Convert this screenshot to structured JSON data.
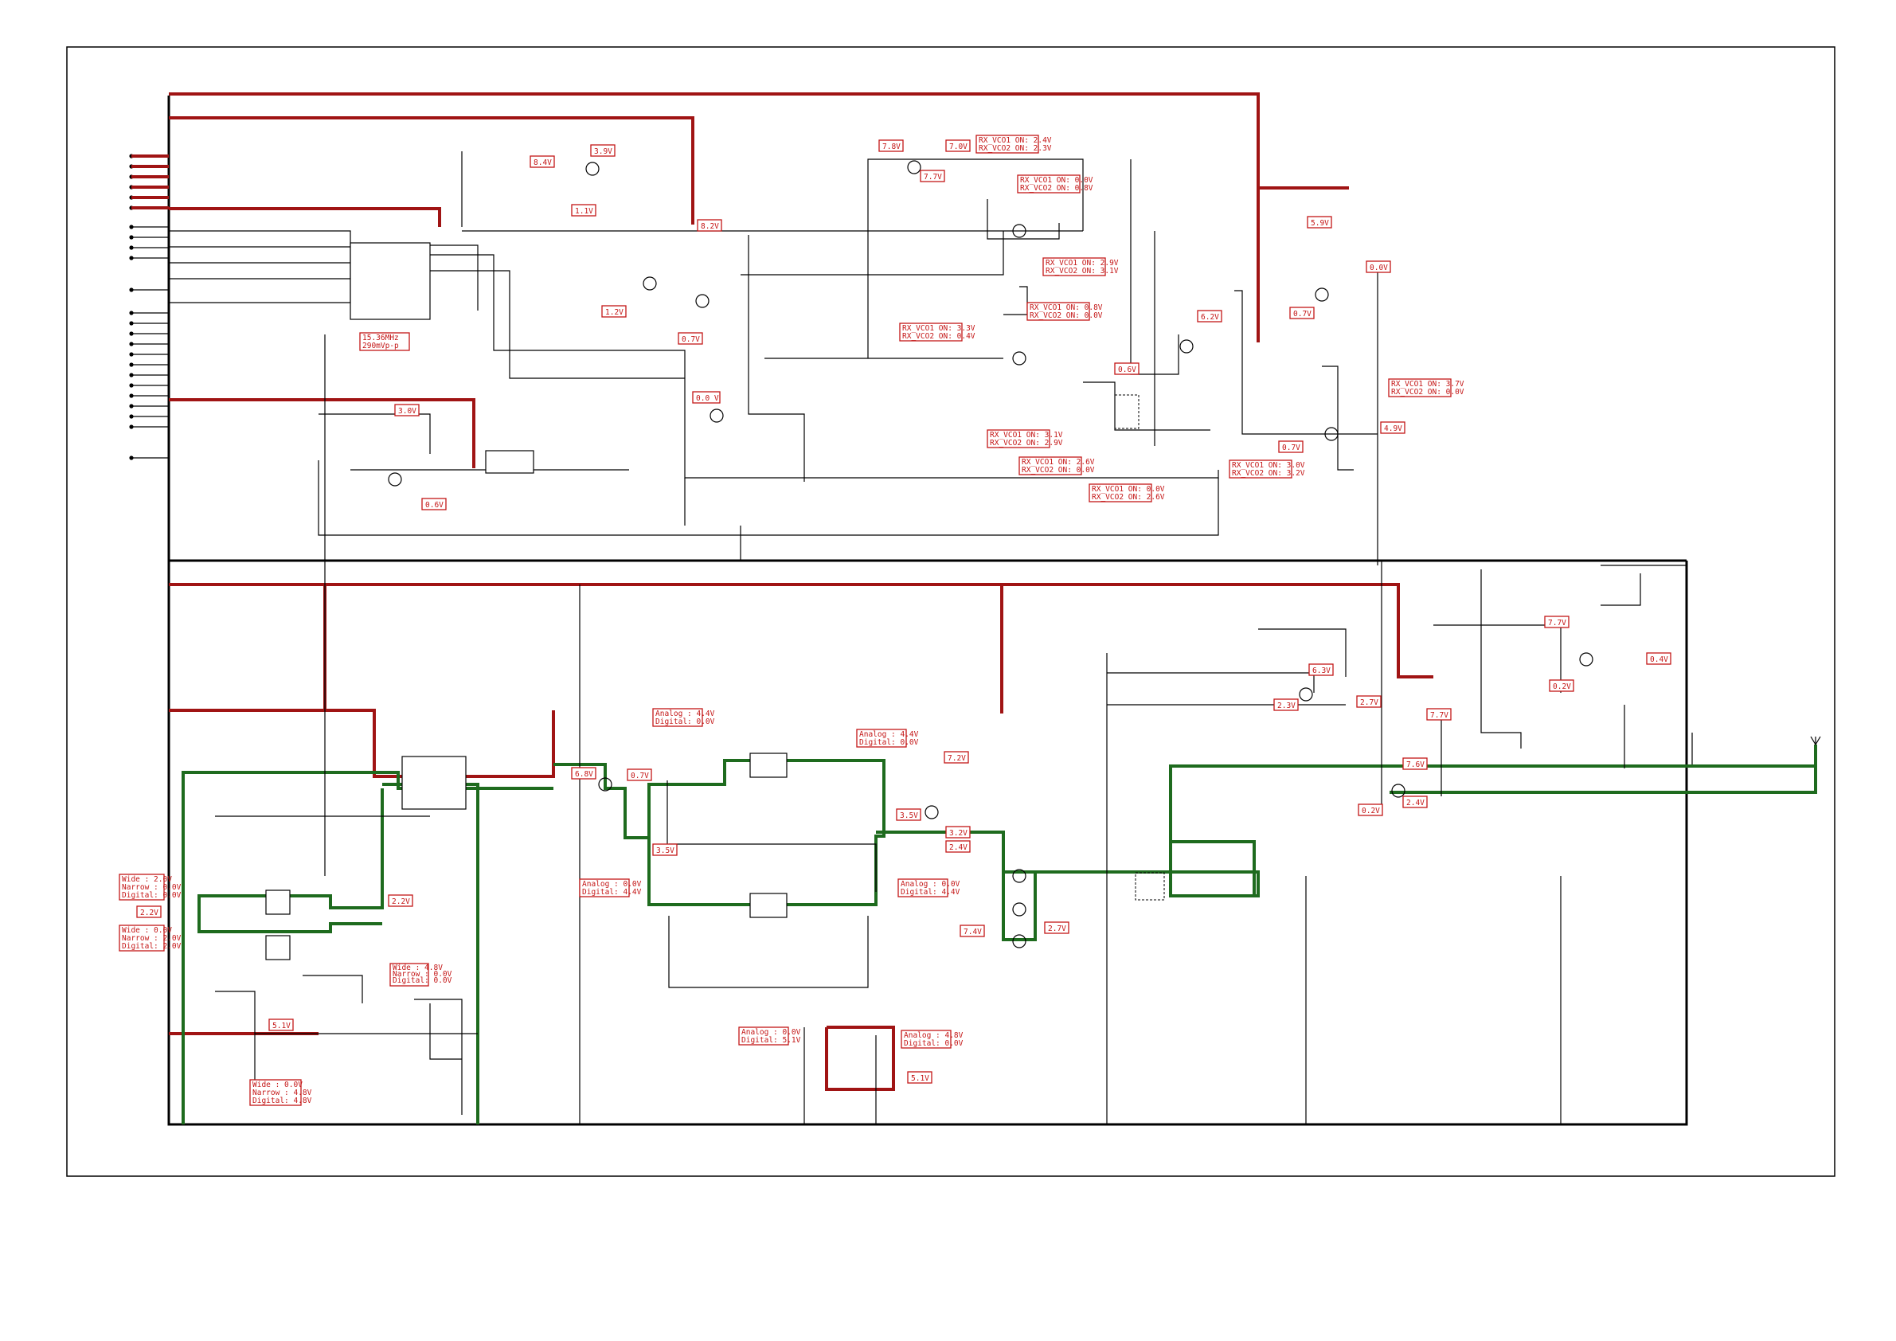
{
  "colors": {
    "power_rail": "#a01414",
    "signal_path": "#1e6b1e",
    "label": "#c41616",
    "wire": "#000000"
  },
  "voltage_labels": [
    {
      "id": "v01",
      "lines": [
        "8.4V"
      ]
    },
    {
      "id": "v02",
      "lines": [
        "3.9V"
      ]
    },
    {
      "id": "v03",
      "lines": [
        "1.1V"
      ]
    },
    {
      "id": "v04",
      "lines": [
        "8.2V"
      ]
    },
    {
      "id": "v05",
      "lines": [
        "1.2V"
      ]
    },
    {
      "id": "v06",
      "lines": [
        "0.7V"
      ]
    },
    {
      "id": "v07",
      "lines": [
        "7.8V"
      ]
    },
    {
      "id": "v08",
      "lines": [
        "7.7V"
      ]
    },
    {
      "id": "v09",
      "lines": [
        "7.0V"
      ]
    },
    {
      "id": "v10",
      "lines": [
        "RX_VCO1 ON: 2.4V",
        "RX_VCO2 ON: 2.3V"
      ]
    },
    {
      "id": "v11",
      "lines": [
        "RX_VCO1 ON: 0.0V",
        "RX_VCO2 ON: 0.8V"
      ]
    },
    {
      "id": "v12",
      "lines": [
        "RX_VCO1 ON: 2.9V",
        "RX_VCO2 ON: 3.1V"
      ]
    },
    {
      "id": "v13",
      "lines": [
        "RX_VCO1 ON: 0.8V",
        "RX_VCO2 ON: 0.0V"
      ]
    },
    {
      "id": "v14",
      "lines": [
        "RX_VCO1 ON: 3.3V",
        "RX_VCO2 ON: 0.4V"
      ]
    },
    {
      "id": "v15",
      "lines": [
        "6.2V"
      ]
    },
    {
      "id": "v16",
      "lines": [
        "0.6V"
      ]
    },
    {
      "id": "v17",
      "lines": [
        "5.9V"
      ]
    },
    {
      "id": "v18",
      "lines": [
        "0.0V"
      ]
    },
    {
      "id": "v19",
      "lines": [
        "0.7V"
      ]
    },
    {
      "id": "v20",
      "lines": [
        "RX_VCO1 ON: 3.7V",
        "RX_VCO2 ON: 0.0V"
      ]
    },
    {
      "id": "v21",
      "lines": [
        "4.9V"
      ]
    },
    {
      "id": "v22",
      "lines": [
        "0.7V"
      ]
    },
    {
      "id": "v23",
      "lines": [
        "15.36MHz",
        "290mVp-p"
      ]
    },
    {
      "id": "v24",
      "lines": [
        "3.0V"
      ]
    },
    {
      "id": "v25",
      "lines": [
        "0.6V"
      ]
    },
    {
      "id": "v26",
      "lines": [
        "0.0 V"
      ]
    },
    {
      "id": "v27",
      "lines": [
        "RX_VCO1 ON: 3.1V",
        "RX_VCO2 ON: 2.9V"
      ]
    },
    {
      "id": "v28",
      "lines": [
        "RX_VCO1 ON: 2.6V",
        "RX_VCO2 ON: 0.0V"
      ]
    },
    {
      "id": "v29",
      "lines": [
        "RX_VCO1 ON: 0.0V",
        "RX_VCO2 ON: 2.6V"
      ]
    },
    {
      "id": "v30",
      "lines": [
        "RX_VCO1 ON: 3.0V",
        "RX_VCO2 ON: 3.2V"
      ]
    },
    {
      "id": "v31",
      "lines": [
        "Analog : 4.4V",
        "Digital: 0.0V"
      ]
    },
    {
      "id": "v32",
      "lines": [
        "Analog : 4.4V",
        "Digital: 0.0V"
      ]
    },
    {
      "id": "v33",
      "lines": [
        "6.8V"
      ]
    },
    {
      "id": "v34",
      "lines": [
        "0.7V"
      ]
    },
    {
      "id": "v35",
      "lines": [
        "3.5V"
      ]
    },
    {
      "id": "v36",
      "lines": [
        "Analog : 0.0V",
        "Digital: 4.4V"
      ]
    },
    {
      "id": "v37",
      "lines": [
        "Analog : 0.0V",
        "Digital: 4.4V"
      ]
    },
    {
      "id": "v38",
      "lines": [
        "7.2V"
      ]
    },
    {
      "id": "v39",
      "lines": [
        "3.5V"
      ]
    },
    {
      "id": "v40",
      "lines": [
        "3.2V"
      ]
    },
    {
      "id": "v41",
      "lines": [
        "2.4V"
      ]
    },
    {
      "id": "v42",
      "lines": [
        "7.4V"
      ]
    },
    {
      "id": "v43",
      "lines": [
        "2.7V"
      ]
    },
    {
      "id": "v44",
      "lines": [
        "6.3V"
      ]
    },
    {
      "id": "v45",
      "lines": [
        "2.3V"
      ]
    },
    {
      "id": "v46",
      "lines": [
        "2.7V"
      ]
    },
    {
      "id": "v47",
      "lines": [
        "7.7V"
      ]
    },
    {
      "id": "v48",
      "lines": [
        "7.6V"
      ]
    },
    {
      "id": "v49",
      "lines": [
        "0.2V"
      ]
    },
    {
      "id": "v50",
      "lines": [
        "2.4V"
      ]
    },
    {
      "id": "v51",
      "lines": [
        "7.7V"
      ]
    },
    {
      "id": "v52",
      "lines": [
        "0.4V"
      ]
    },
    {
      "id": "v53",
      "lines": [
        "0.2V"
      ]
    },
    {
      "id": "v54",
      "lines": [
        "Wide   : 2.0V",
        "Narrow : 0.0V",
        "Digital: 0.0V"
      ]
    },
    {
      "id": "v55",
      "lines": [
        "2.2V"
      ]
    },
    {
      "id": "v56",
      "lines": [
        "Wide   : 0.0V",
        "Narrow : 2.0V",
        "Digital: 2.0V"
      ]
    },
    {
      "id": "v57",
      "lines": [
        "2.2V"
      ]
    },
    {
      "id": "v58",
      "lines": [
        "Wide   : 4.8V",
        "Narrow : 0.0V",
        "Digital: 0.0V"
      ]
    },
    {
      "id": "v59",
      "lines": [
        "5.1V"
      ]
    },
    {
      "id": "v60",
      "lines": [
        "Wide   : 0.0V",
        "Narrow : 4.8V",
        "Digital: 4.8V"
      ]
    },
    {
      "id": "v61",
      "lines": [
        "Analog : 0.0V",
        "Digital: 5.1V"
      ]
    },
    {
      "id": "v62",
      "lines": [
        "Analog : 4.8V",
        "Digital: 0.0V"
      ]
    },
    {
      "id": "v63",
      "lines": [
        "5.1V"
      ]
    }
  ]
}
